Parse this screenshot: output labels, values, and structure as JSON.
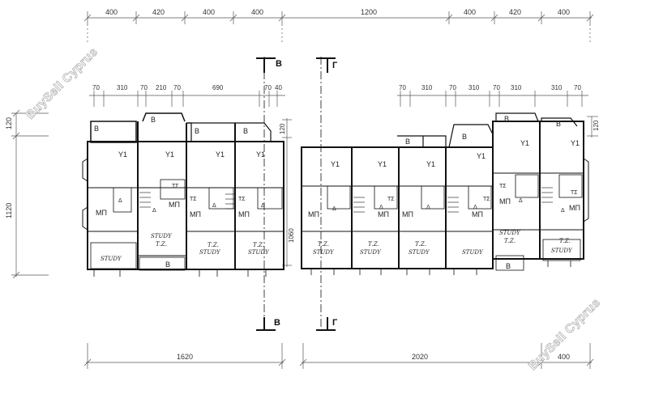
{
  "watermark": "BuySell Cyprus",
  "dimensions": {
    "top_left": [
      "400",
      "420",
      "400",
      "400"
    ],
    "top_center": "1200",
    "top_right": [
      "400",
      "420",
      "400"
    ],
    "row2_left": [
      "70",
      "310",
      "70",
      "210",
      "70",
      "690",
      "70",
      "40"
    ],
    "row2_right": [
      "70",
      "310",
      "70",
      "310",
      "70",
      "310",
      "310",
      "70"
    ],
    "left_vertical": [
      "120",
      "1120"
    ],
    "mid_vertical": [
      "120",
      "1060"
    ],
    "right_vertical": "120",
    "bottom": [
      "1620",
      "2020",
      "400"
    ]
  },
  "section_marks": {
    "b": "B",
    "g": "Г"
  },
  "rooms": {
    "living": "Y1",
    "balcony": "B",
    "kitchen": "MП",
    "bath": "ΤΣ",
    "delta": "Δ",
    "study": "STUDY",
    "tz": "Τ.Ζ."
  }
}
